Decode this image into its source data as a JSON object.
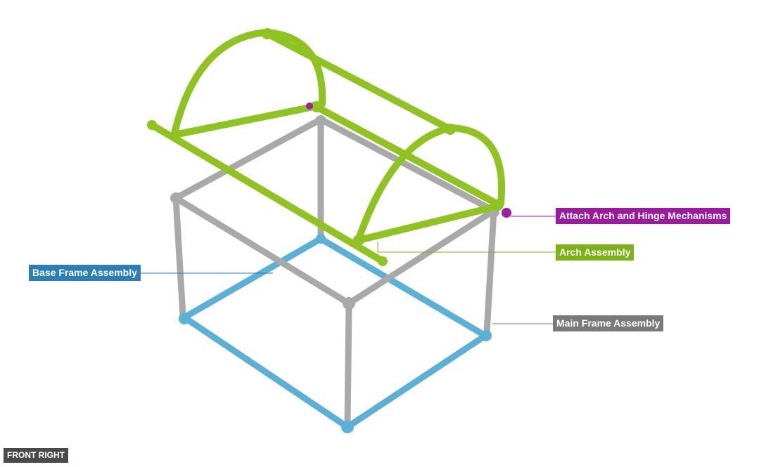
{
  "view": {
    "label": "FRONT RIGHT"
  },
  "callouts": {
    "hinge": {
      "text": "Attach Arch and Hinge Mechanisms",
      "color": "#9b1aa0"
    },
    "arch": {
      "text": "Arch Assembly",
      "color": "#7bb317"
    },
    "base": {
      "text": "Base Frame Assembly",
      "color": "#2a7fb8"
    },
    "main": {
      "text": "Main Frame Assembly",
      "color": "#7a7a7a"
    }
  },
  "parts": {
    "base_frame_color": "#5ab0d6",
    "main_frame_color": "#a9a9a9",
    "arch_color": "#8fc31f",
    "hinge_color": "#a21ca6"
  }
}
